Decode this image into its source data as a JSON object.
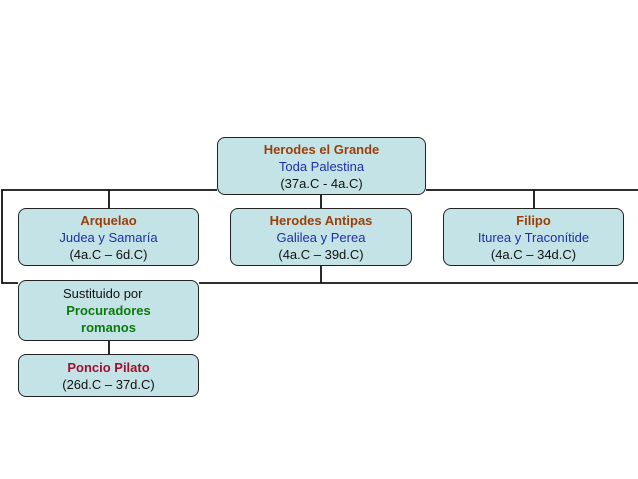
{
  "diagram": {
    "root": {
      "name": "Herodes el Grande",
      "region": "Toda Palestina",
      "dates": "(37a.C - 4a.C)"
    },
    "children": [
      {
        "name": "Arquelao",
        "region": "Judea y Samaría",
        "dates": "(4a.C – 6d.C)"
      },
      {
        "name": "Herodes Antipas",
        "region": "Galilea y Perea",
        "dates": "(4a.C – 39d.C)"
      },
      {
        "name": "Filipo",
        "region": "Iturea y Traconítide",
        "dates": "(4a.C – 34d.C)"
      }
    ],
    "replacement": {
      "line1": "Sustituido por",
      "line2": "Procuradores",
      "line3": "romanos"
    },
    "procurator": {
      "name": "Poncio Pilato",
      "dates": "(26d.C – 37d.C)"
    }
  },
  "colors": {
    "box_fill": "#c4e3e6",
    "box_border": "#222222",
    "name_text": "#9a3f0a",
    "region_text": "#1e2fa6",
    "procurators_text": "#0b7a0b",
    "pilato_text": "#a0102c",
    "connector": "#111111"
  }
}
